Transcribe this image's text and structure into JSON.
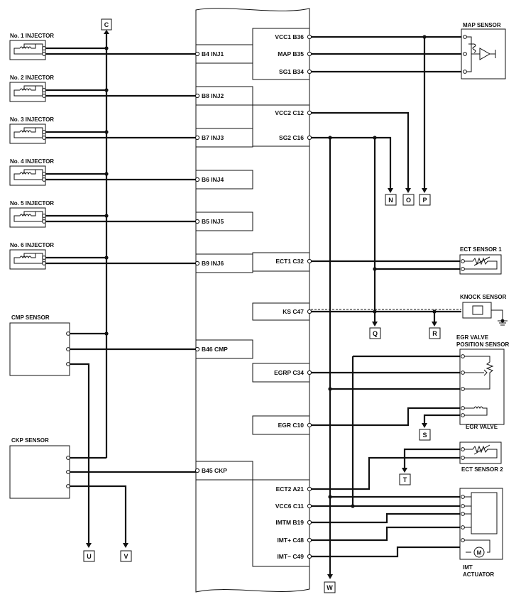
{
  "injectors": [
    {
      "label": "No. 1 INJECTOR"
    },
    {
      "label": "No. 2 INJECTOR"
    },
    {
      "label": "No. 3 INJECTOR"
    },
    {
      "label": "No. 4 INJECTOR"
    },
    {
      "label": "No. 5 INJECTOR"
    },
    {
      "label": "No. 6 INJECTOR"
    }
  ],
  "ecm_left_pins": [
    "B4 INJ1",
    "B8 INJ2",
    "B7 INJ3",
    "B6 INJ4",
    "B5 INJ5",
    "B9 INJ6",
    "B46 CMP",
    "B45 CKP"
  ],
  "ecm_right_pins": [
    "VCC1 B36",
    "MAP B35",
    "SG1 B34",
    "VCC2 C12",
    "SG2 C16",
    "ECT1 C32",
    "KS C47",
    "EGRP C34",
    "EGR C10",
    "ECT2 A21",
    "VCC6 C11",
    "IMTM B19",
    "IMT+ C48",
    "IMT− C49"
  ],
  "components": {
    "map_sensor": "MAP SENSOR",
    "ect_sensor_1": "ECT SENSOR 1",
    "knock_sensor": "KNOCK SENSOR",
    "egr_valve_position_sensor_1": "EGR VALVE",
    "egr_valve_position_sensor_2": "POSITION SENSOR",
    "egr_valve": "EGR VALVE",
    "ect_sensor_2": "ECT SENSOR 2",
    "imt_actuator_1": "IMT",
    "imt_actuator_2": "ACTUATOR",
    "cmp_sensor": "CMP SENSOR",
    "ckp_sensor": "CKP SENSOR"
  },
  "connectors": {
    "c": "C",
    "n": "N",
    "o": "O",
    "p": "P",
    "q": "Q",
    "r": "R",
    "s": "S",
    "t": "T",
    "u": "U",
    "v": "V",
    "w": "W"
  },
  "motor_symbol": "M"
}
